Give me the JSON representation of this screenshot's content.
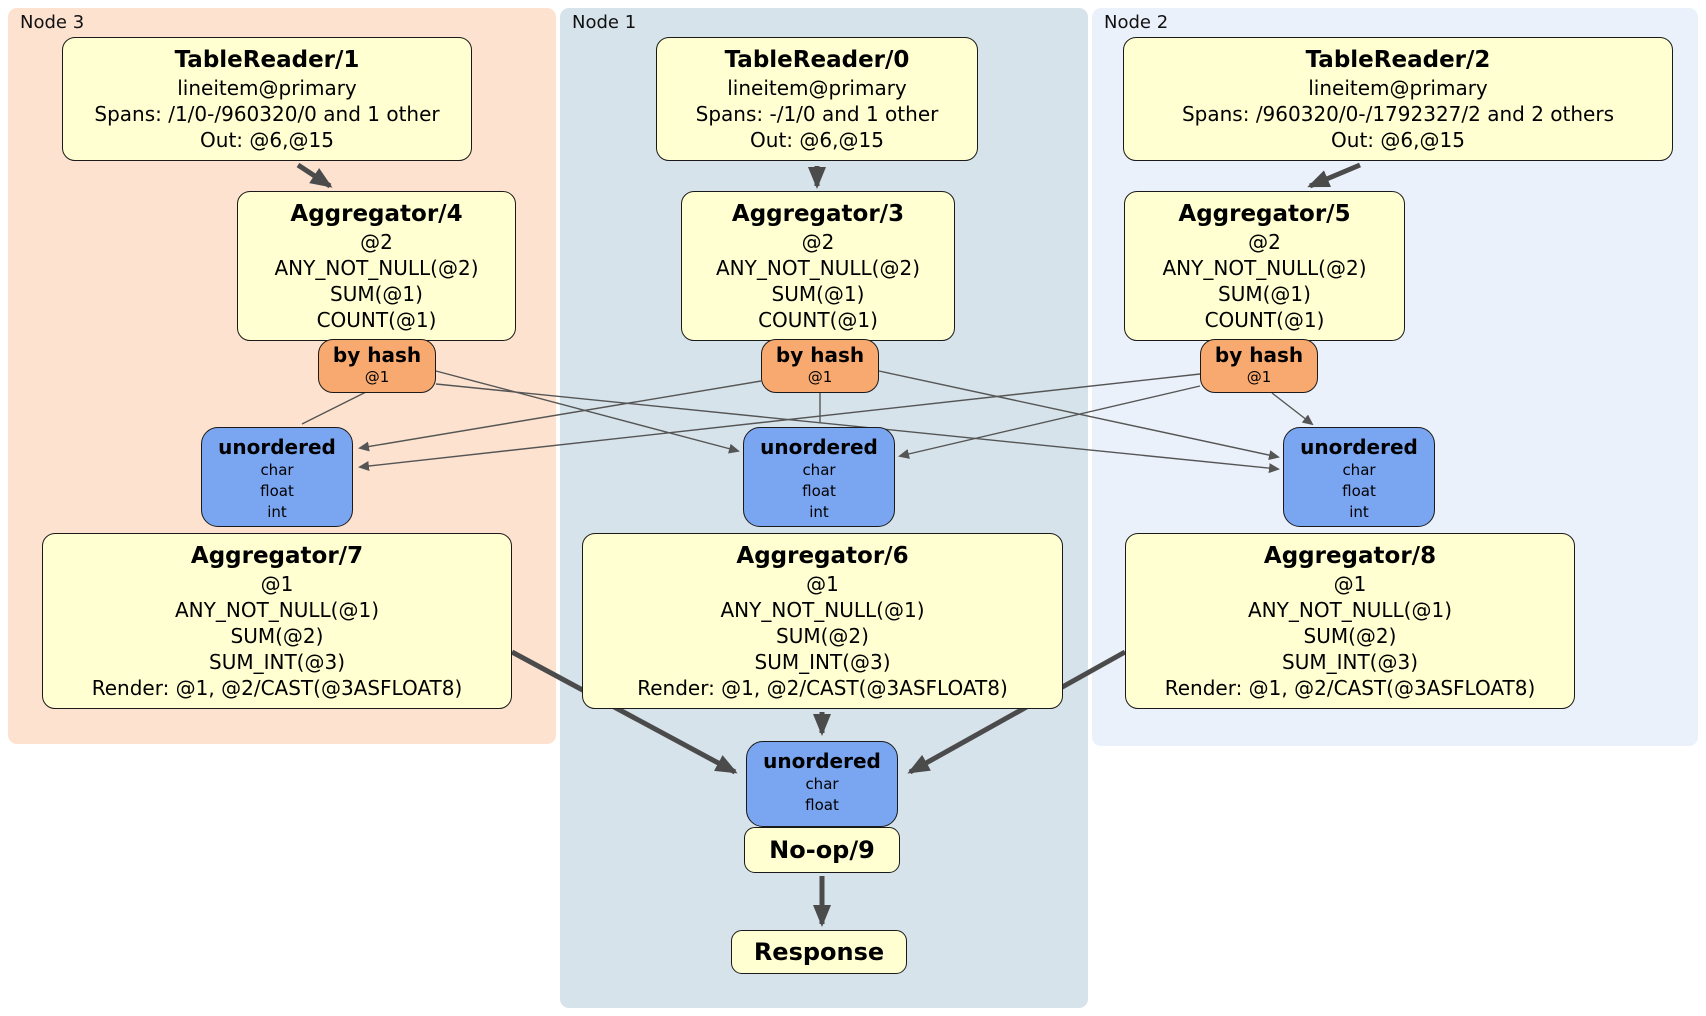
{
  "regions": {
    "node3": {
      "label": "Node 3"
    },
    "node1": {
      "label": "Node 1"
    },
    "node2": {
      "label": "Node 2"
    }
  },
  "colors": {
    "yellow": "#ffffd2",
    "orange": "#f8a96f",
    "blue": "#7aa5f1",
    "node3bg": "#fde2d0",
    "node1bg": "#d6e3ea",
    "node2bg": "#ebf1fa",
    "edge": "#4b4b4b"
  },
  "procs": {
    "tr1": {
      "title": "TableReader/1",
      "rows": [
        "lineitem@primary",
        "Spans: /1/0-/960320/0 and 1 other",
        "Out: @6,@15"
      ]
    },
    "tr0": {
      "title": "TableReader/0",
      "rows": [
        "lineitem@primary",
        "Spans: -/1/0 and 1 other",
        "Out: @6,@15"
      ]
    },
    "tr2": {
      "title": "TableReader/2",
      "rows": [
        "lineitem@primary",
        "Spans: /960320/0-/1792327/2 and 2 others",
        "Out: @6,@15"
      ]
    },
    "agg4": {
      "title": "Aggregator/4",
      "rows": [
        "@2",
        "ANY_NOT_NULL(@2)",
        "SUM(@1)",
        "COUNT(@1)"
      ]
    },
    "agg3": {
      "title": "Aggregator/3",
      "rows": [
        "@2",
        "ANY_NOT_NULL(@2)",
        "SUM(@1)",
        "COUNT(@1)"
      ]
    },
    "agg5": {
      "title": "Aggregator/5",
      "rows": [
        "@2",
        "ANY_NOT_NULL(@2)",
        "SUM(@1)",
        "COUNT(@1)"
      ]
    },
    "agg7": {
      "title": "Aggregator/7",
      "rows": [
        "@1",
        "ANY_NOT_NULL(@1)",
        "SUM(@2)",
        "SUM_INT(@3)",
        "Render: @1, @2/CAST(@3ASFLOAT8)"
      ]
    },
    "agg6": {
      "title": "Aggregator/6",
      "rows": [
        "@1",
        "ANY_NOT_NULL(@1)",
        "SUM(@2)",
        "SUM_INT(@3)",
        "Render: @1, @2/CAST(@3ASFLOAT8)"
      ]
    },
    "agg8": {
      "title": "Aggregator/8",
      "rows": [
        "@1",
        "ANY_NOT_NULL(@1)",
        "SUM(@2)",
        "SUM_INT(@3)",
        "Render: @1, @2/CAST(@3ASFLOAT8)"
      ]
    },
    "noop": {
      "title": "No-op/9"
    },
    "response": {
      "title": "Response"
    }
  },
  "routers": {
    "bh3": {
      "title": "by hash",
      "detail": "@1"
    },
    "bh1": {
      "title": "by hash",
      "detail": "@1"
    },
    "bh2": {
      "title": "by hash",
      "detail": "@1"
    }
  },
  "syncs": {
    "un3": {
      "title": "unordered",
      "rows": [
        "char",
        "float",
        "int"
      ]
    },
    "un1": {
      "title": "unordered",
      "rows": [
        "char",
        "float",
        "int"
      ]
    },
    "un2": {
      "title": "unordered",
      "rows": [
        "char",
        "float",
        "int"
      ]
    },
    "unf": {
      "title": "unordered",
      "rows": [
        "char",
        "float"
      ]
    }
  }
}
